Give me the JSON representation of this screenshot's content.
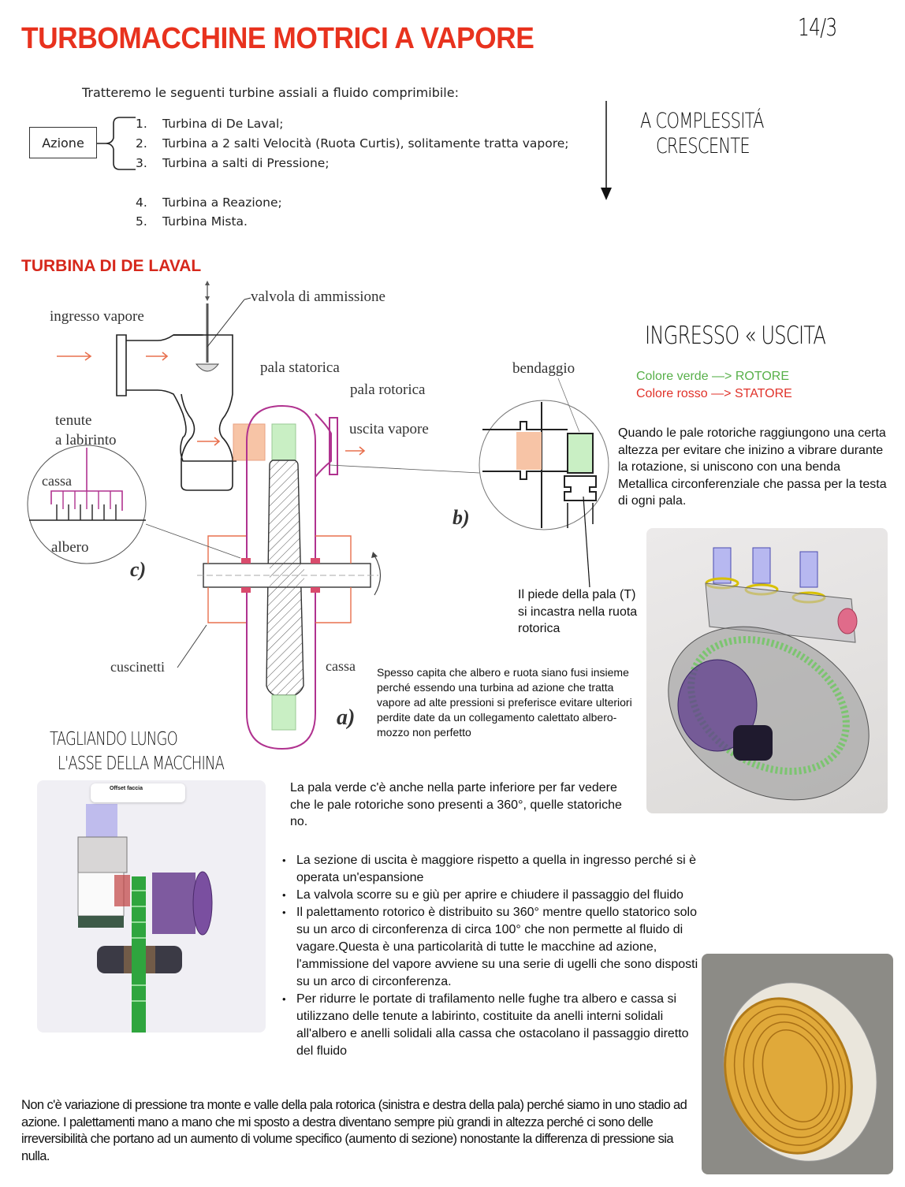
{
  "header": {
    "title": "TURBOMACCHINE MOTRICI A VAPORE",
    "page_number": "14/3"
  },
  "intro": {
    "text": "Tratteremo le seguenti turbine assiali a fluido comprimibile:",
    "group_label": "Azione",
    "items": [
      {
        "num": "1.",
        "text": "Turbina di De Laval;"
      },
      {
        "num": "2.",
        "text": "Turbina a 2 salti Velocità (Ruota Curtis), solitamente tratta vapore;"
      },
      {
        "num": "3.",
        "text": "Turbina a salti di Pressione;"
      },
      {
        "num": "4.",
        "text": "Turbina a Reazione;"
      },
      {
        "num": "5.",
        "text": "Turbina Mista."
      }
    ],
    "complexity_note_line1": "A COMPLESSITÁ",
    "complexity_note_line2": "CRESCENTE"
  },
  "section": {
    "title": "TURBINA DI DE LAVAL"
  },
  "diagram": {
    "labels": {
      "valvola": "valvola di ammissione",
      "ingresso": "ingresso vapore",
      "pala_statorica": "pala statorica",
      "pala_rotorica": "pala rotorica",
      "tenute_1": "tenute",
      "tenute_2": "a labirinto",
      "uscita": "uscita vapore",
      "cassa_detail": "cassa",
      "albero": "albero",
      "c": "c)",
      "b": "b)",
      "a": "a)",
      "cuscinetti": "cuscinetti",
      "cassa": "cassa",
      "bendaggio": "bendaggio"
    },
    "colors": {
      "stator": "#f7c4a6",
      "rotor": "#c9efc4",
      "casing": "#b0328f",
      "bearing": "#e8704e",
      "arrow": "#e8704e"
    }
  },
  "notes": {
    "ingresso_uscita": "INGRESSO « USCITA",
    "legend_green": "Colore verde —> ROTORE",
    "legend_red": "Colore rosso —> STATORE",
    "legend_green_color": "#58b04a",
    "legend_red_color": "#e0322a",
    "bendaggio_note": "Quando le pale rotoriche raggiungono una certa altezza per evitare che inizino a vibrare durante la rotazione, si uniscono con una benda Metallica circonferenziale che passa per la testa di ogni pala.",
    "piede_note": "Il piede della pala (T) si incastra nella ruota rotorica",
    "fusi_note": "Spesso capita che albero e ruota siano fusi insieme perché essendo una turbina ad azione che tratta vapore ad alte pressioni si preferisce evitare ulteriori perdite date da un collegamento calettato albero-mozzo non perfetto",
    "tagliando_line1": "TAGLIANDO LUNGO",
    "tagliando_line2": "L'ASSE DELLA MACCHINA",
    "pala_verde_note": "La pala verde c'è anche nella parte inferiore per far vedere che le pale rotoriche sono presenti a 360°, quelle statoriche no."
  },
  "render_card": {
    "title": "Offset faccia"
  },
  "bullets": [
    "La sezione di uscita è maggiore rispetto a quella in ingresso perché si è operata un'espansione",
    "La valvola scorre su e giù per aprire e chiudere il passaggio del fluido",
    "Il palettamento rotorico è distribuito su 360° mentre quello statorico solo su un arco di circonferenza di circa 100° che non permette al fluido di vagare.Questa è una particolarità di tutte le macchine ad azione, l'ammissione del vapore avviene su una serie di ugelli che sono disposti su un arco di circonferenza.",
    "Per ridurre le portate di trafilamento nelle fughe tra albero e cassa si utilizzano delle tenute a labirinto, costituite da anelli interni solidali all'albero e anelli solidali alla cassa che ostacolano il passaggio diretto del fluido"
  ],
  "footer": "Non c'è variazione di pressione tra monte e valle della pala rotorica (sinistra e destra della pala) perché siamo in uno stadio ad azione. I palettamenti mano a mano che mi sposto a destra diventano sempre più grandi in altezza perché ci sono delle irreversibilità che portano ad un aumento di volume specifico (aumento di sezione) nonostante la differenza di pressione sia nulla."
}
